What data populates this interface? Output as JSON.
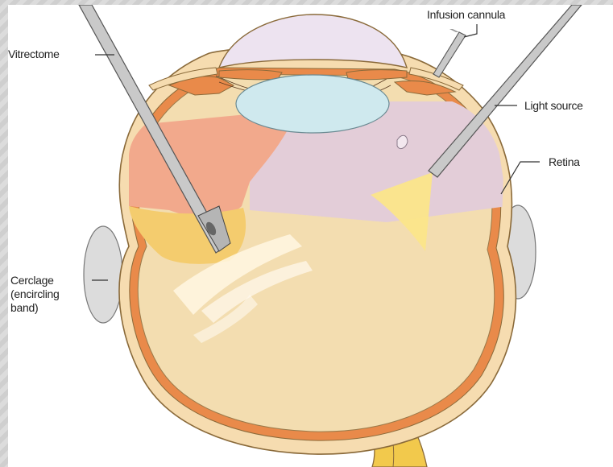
{
  "labels": {
    "vitrectome": "Vitrectome",
    "infusion_cannula": "Infusion cannula",
    "light_source": "Light source",
    "retina": "Retina",
    "cerclage_line1": "Cerclage",
    "cerclage_line2": "(encircling",
    "cerclage_line3": "band)"
  },
  "colors": {
    "sclera": "#f6dcb0",
    "sclera_outline": "#8a6a3a",
    "choroid": "#e98a4a",
    "vitreous": "#f3ddb0",
    "retina_purple": "#e3cdd8",
    "lens": "#cfe9ee",
    "cornea": "#ede3f0",
    "band": "#dcdcdc",
    "instrument": "#c9c9c9",
    "light_beam": "#fbe58a",
    "detached_retina": "#f0b487",
    "optic_nerve": "#f2c94c"
  }
}
